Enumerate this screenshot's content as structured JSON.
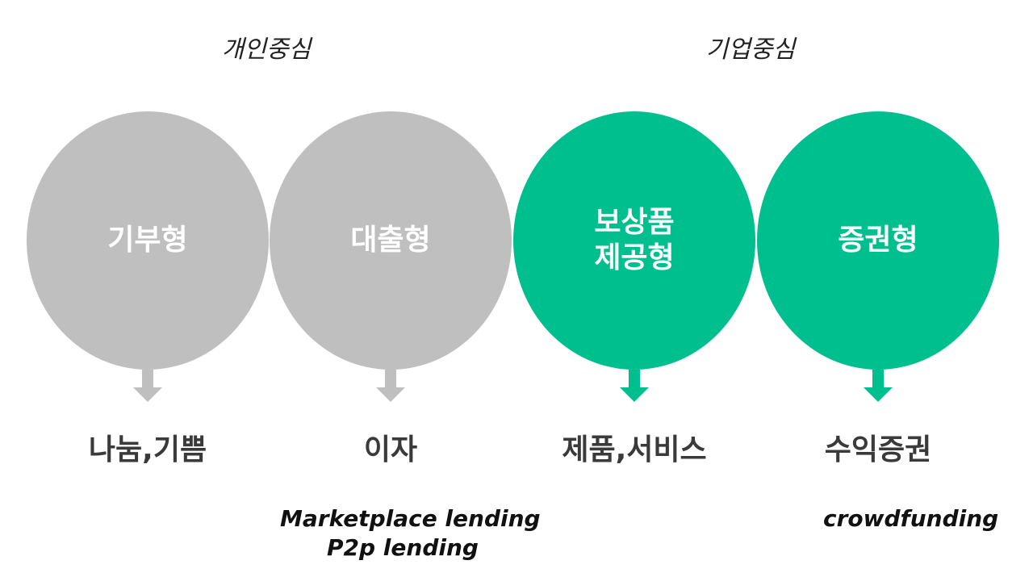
{
  "groups": {
    "personal": "개인중심",
    "corporate": "기업중심"
  },
  "colors": {
    "gray": "#bfbfbf",
    "green": "#00bf8f"
  },
  "types": [
    {
      "circle": "기부형",
      "result": "나눔,기쁨",
      "color": "gray"
    },
    {
      "circle": "대출형",
      "result": "이자",
      "color": "gray"
    },
    {
      "circle": "보상품\n제공형",
      "result": "제품,서비스",
      "color": "green"
    },
    {
      "circle": "증권형",
      "result": "수익증권",
      "color": "green"
    }
  ],
  "notes": {
    "lending_line1": "Marketplace lending",
    "lending_line2": "P2p lending",
    "equity": "crowdfunding"
  }
}
